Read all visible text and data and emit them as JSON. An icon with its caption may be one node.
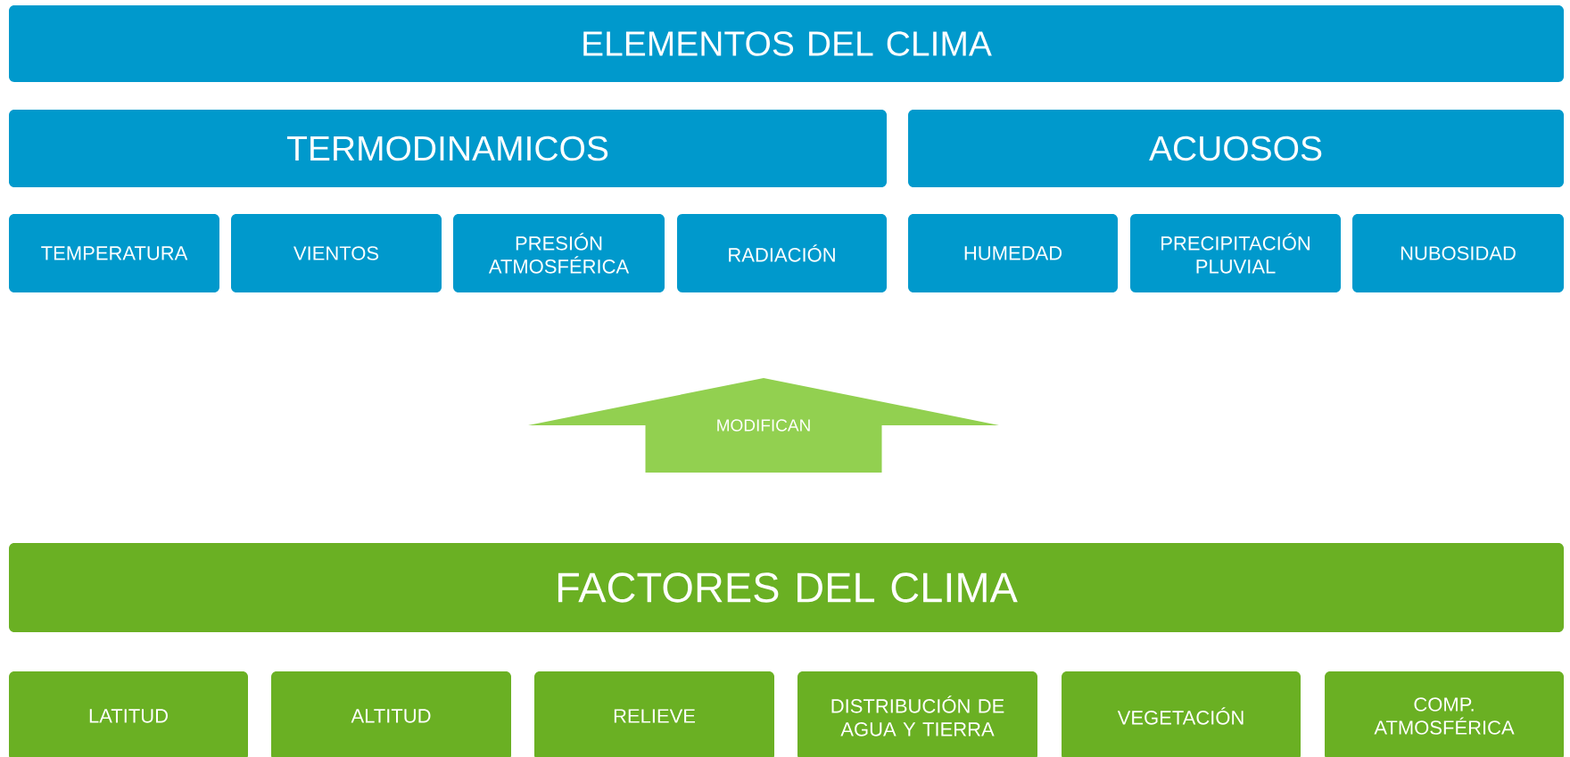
{
  "diagram": {
    "nodes": [
      {
        "text": [
          "ELEMENTOS DEL CLIMA"
        ]
      },
      {
        "text": [
          "TERMODINAMICOS"
        ]
      },
      {
        "text": [
          "ACUOSOS"
        ]
      },
      {
        "text": [
          "TEMPERATURA"
        ]
      },
      {
        "text": [
          "VIENTOS"
        ]
      },
      {
        "text": [
          "PRESIÓN ATMOSFÉRICA"
        ]
      },
      {
        "text": [
          "RADIACIÓN"
        ]
      },
      {
        "text": [
          "HUMEDAD"
        ]
      },
      {
        "text": [
          "PRECIPITACIÓN PLUVIAL"
        ]
      },
      {
        "text": [
          "NUBOSIDAD"
        ]
      },
      {
        "text": [
          "MODIFICAN"
        ]
      },
      {
        "text": [
          "FACTORES DEL CLIMA"
        ]
      },
      {
        "text": [
          "LATITUD"
        ]
      },
      {
        "text": [
          "ALTITUD"
        ]
      },
      {
        "text": [
          "RELIEVE"
        ]
      },
      {
        "text": [
          "DISTRIBUCIÓN DE AGUA Y TIERRA"
        ]
      },
      {
        "text": [
          "VEGETACIÓN"
        ]
      },
      {
        "text": [
          "COMP. ATMOSFÉRICA"
        ]
      }
    ]
  }
}
